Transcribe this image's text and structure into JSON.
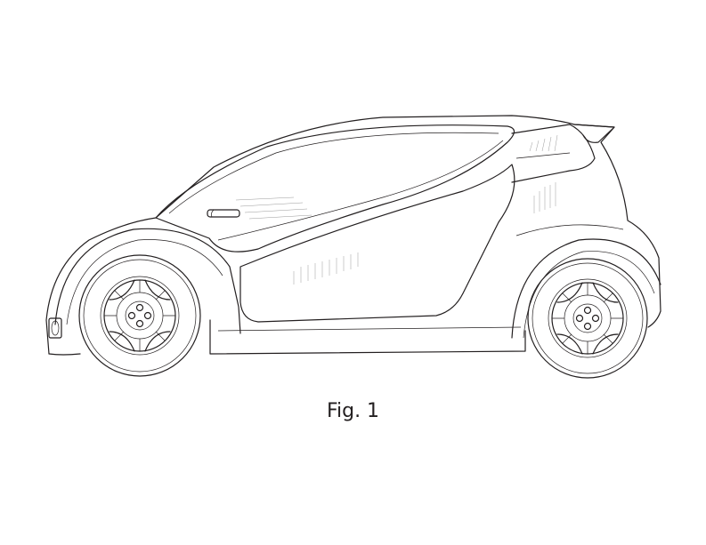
{
  "figure": {
    "caption": "Fig. 1",
    "subject": "side view line drawing of a compact two-door electric car",
    "style": "patent design drawing, black line art on white",
    "line_color": "#231f20",
    "background_color": "#ffffff"
  },
  "parts": {
    "front_wheel": "front wheel with multi-spoke rim and four lug nuts",
    "rear_wheel": "rear wheel with multi-spoke rim and four lug nuts",
    "canopy": "large curved glass canopy door",
    "door_handle": "door handle",
    "front_light": "front fog light",
    "rear_spoiler": "rear roof spoiler"
  }
}
